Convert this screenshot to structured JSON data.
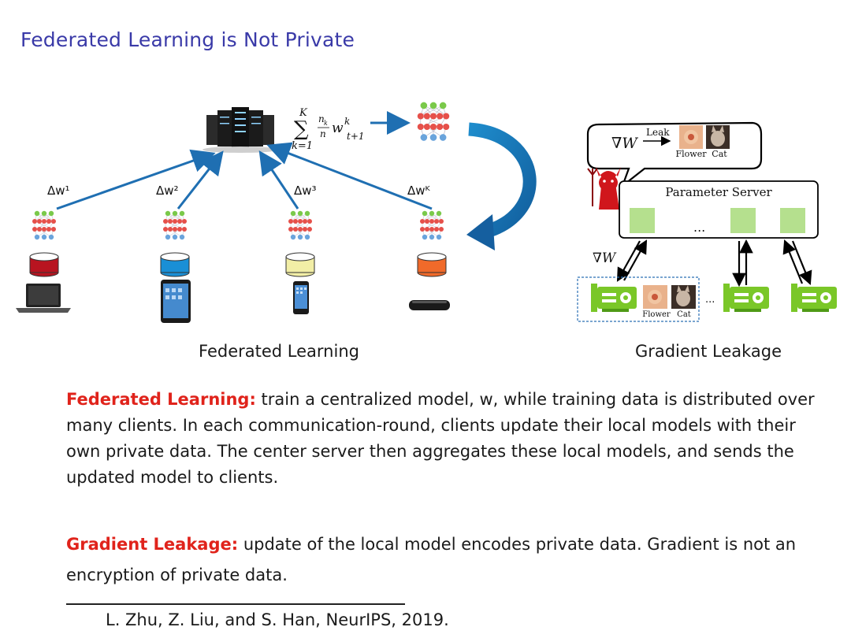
{
  "slide": {
    "title": "Federated Learning is Not Private"
  },
  "federated_figure": {
    "caption": "Federated Learning",
    "updates": [
      "Δw¹",
      "Δw²",
      "Δw³",
      "Δwᴷ"
    ],
    "aggregation": {
      "sum_top": "K",
      "sum_symbol": "∑",
      "sum_bottom": "k=1",
      "frac_num": "n",
      "frac_num_sub": "k",
      "frac_den": "n",
      "weight": "w",
      "weight_sup": "k",
      "weight_sub": "t+1"
    },
    "client_db_colors": [
      "#b81420",
      "#1a8fd6",
      "#f2eea6",
      "#f06a2a"
    ],
    "devices": [
      "laptop-icon",
      "tablet-icon",
      "phone-icon",
      "router-icon"
    ]
  },
  "leakage_figure": {
    "caption": "Gradient Leakage",
    "grad_symbol": "∇W",
    "leak_label": "Leak",
    "server_label": "Parameter Server",
    "dots": "...",
    "image_labels": [
      "Flower",
      "Cat"
    ],
    "gpu_dots": "...",
    "colors": {
      "gpu_green": "#7ac728",
      "block_green": "#b5e08e",
      "devil_red": "#d0161c"
    }
  },
  "paragraphs": {
    "fl_label": "Federated Learning:",
    "fl_text": " train a centralized model, w, while training data is distributed over many clients. In each communication-round, clients update their local models with their own private data. The center server then aggregates these local models, and sends the updated model to clients.",
    "gl_label": "Gradient Leakage:",
    "gl_text": " update of the local model encodes private data. Gradient is not an encryption of private data."
  },
  "footnote": "L. Zhu, Z. Liu, and S. Han, NeurIPS, 2019."
}
